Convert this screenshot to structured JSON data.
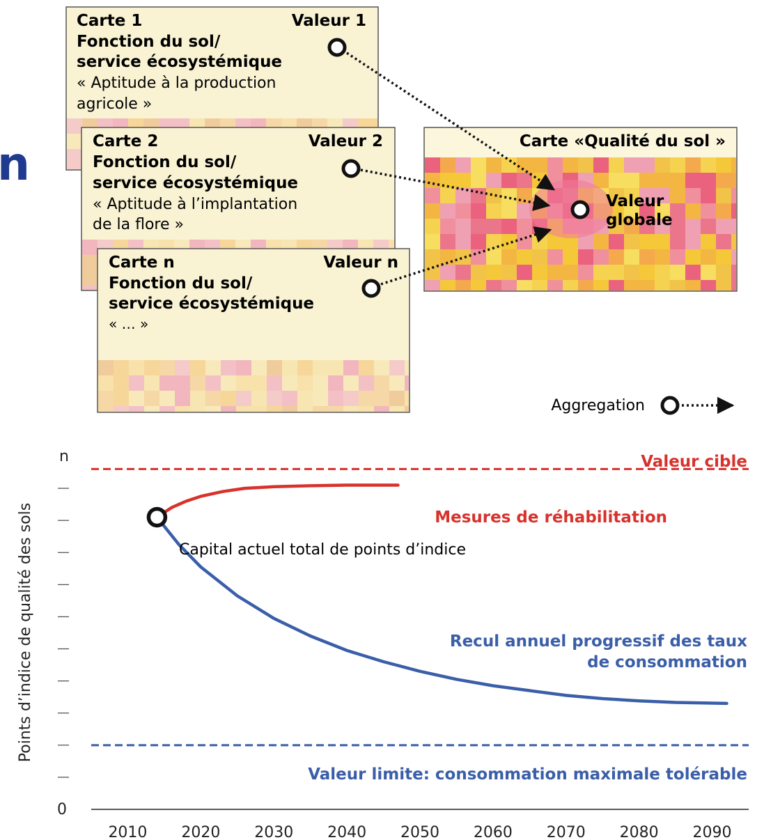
{
  "edge_fragment": "n",
  "maps": [
    {
      "title": "Carte 1",
      "value_label": "Valeur 1",
      "heading_line1": "Fonction du sol/",
      "heading_line2": "service écosystémique",
      "desc_line1": "« Aptitude à la production",
      "desc_line2": "agricole »"
    },
    {
      "title": "Carte 2",
      "value_label": "Valeur 2",
      "heading_line1": "Fonction du sol/",
      "heading_line2": "service écosystémique",
      "desc_line1": "« Aptitude à l’implantation",
      "desc_line2": "de la flore »"
    },
    {
      "title": "Carte n",
      "value_label": "Valeur n",
      "heading_line1": "Fonction du sol/",
      "heading_line2": "service écosystémique",
      "desc_line1": "« … »",
      "desc_line2": ""
    }
  ],
  "quality_map": {
    "title": "Carte «Qualité du sol »",
    "value_line1": "Valeur",
    "value_line2": "globale"
  },
  "legend": {
    "aggregation_label": "Aggregation"
  },
  "chart_data": {
    "type": "line",
    "ylabel": "Points d’indice de qualité des sols",
    "y_tick_labels": {
      "top": "n",
      "bottom": "0"
    },
    "ylim": [
      0,
      11
    ],
    "xlim": [
      2005,
      2095
    ],
    "x_ticks": [
      2010,
      2020,
      2030,
      2040,
      2050,
      2060,
      2070,
      2080,
      2090
    ],
    "series": [
      {
        "name": "Mesures de réhabilitation",
        "color": "#d7322c",
        "x": [
          2014,
          2016,
          2018,
          2020,
          2023,
          2026,
          2030,
          2035,
          2040,
          2047
        ],
        "y": [
          9.1,
          9.4,
          9.6,
          9.75,
          9.9,
          10.0,
          10.05,
          10.08,
          10.1,
          10.1
        ]
      },
      {
        "name": "Recul annuel progressif des taux de consommation",
        "color": "#3a5ea8",
        "x": [
          2014,
          2017,
          2020,
          2025,
          2030,
          2035,
          2040,
          2045,
          2050,
          2055,
          2060,
          2065,
          2070,
          2075,
          2080,
          2085,
          2092
        ],
        "y": [
          9.1,
          8.25,
          7.55,
          6.65,
          5.95,
          5.4,
          4.95,
          4.6,
          4.3,
          4.05,
          3.85,
          3.7,
          3.55,
          3.45,
          3.38,
          3.33,
          3.3
        ]
      }
    ],
    "reference_lines": [
      {
        "label": "Valeur cible",
        "y": 10.6,
        "color": "#d7322c"
      },
      {
        "label": "Valeur limite: consommation maximale tolérable",
        "y": 2.0,
        "color": "#3a5ea8"
      }
    ],
    "start_point": {
      "x": 2014,
      "y": 9.1,
      "label": "Capital actuel total de points d’indice"
    },
    "series_labels": {
      "rehab": "Mesures de réhabilitation",
      "recul_line1": "Recul annuel progressif des taux",
      "recul_line2": "de consommation"
    }
  }
}
